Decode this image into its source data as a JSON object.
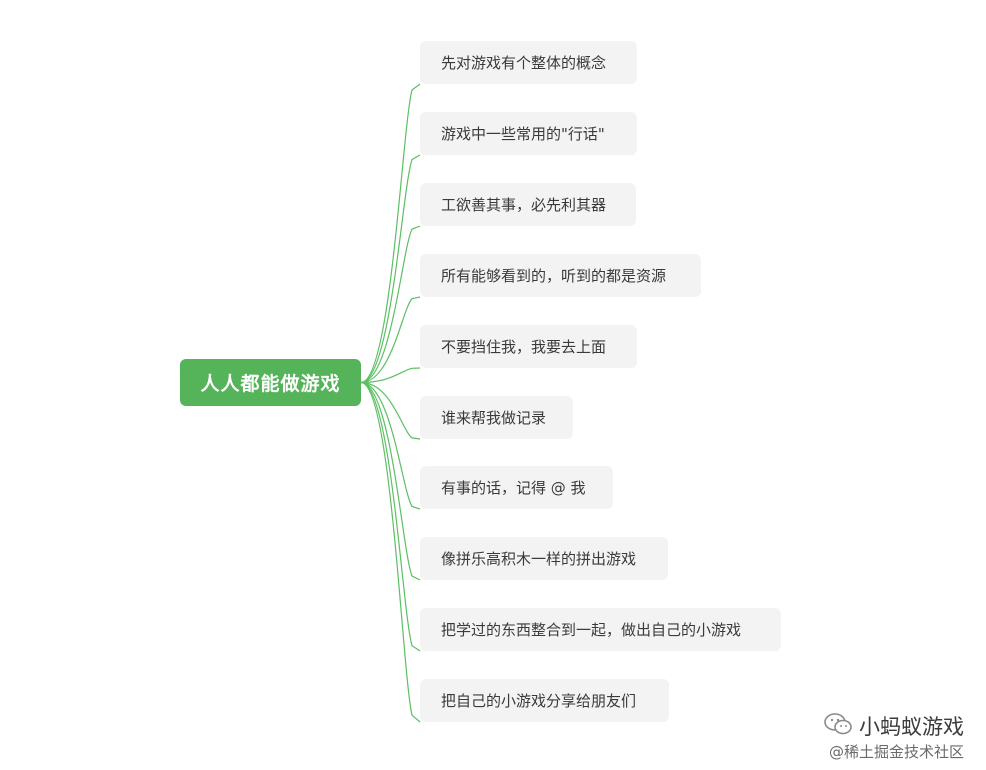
{
  "mindmap": {
    "root": "人人都能做游戏",
    "branches": [
      "先对游戏有个整体的概念",
      "游戏中一些常用的\"行话\"",
      "工欲善其事，必先利其器",
      "所有能够看到的，听到的都是资源",
      "不要挡住我，我要去上面",
      "谁来帮我做记录",
      "有事的话，记得 @ 我",
      "像拼乐高积木一样的拼出游戏",
      "把学过的东西整合到一起，做出自己的小游戏",
      "把自己的小游戏分享给朋友们"
    ]
  },
  "colors": {
    "root_fill": "#55b35a",
    "connector": "#5cbf63",
    "node_fill": "#f3f3f3"
  },
  "watermark": {
    "account": "小蚂蚁游戏",
    "community": "@稀土掘金技术社区",
    "icon": "wechat-icon"
  }
}
